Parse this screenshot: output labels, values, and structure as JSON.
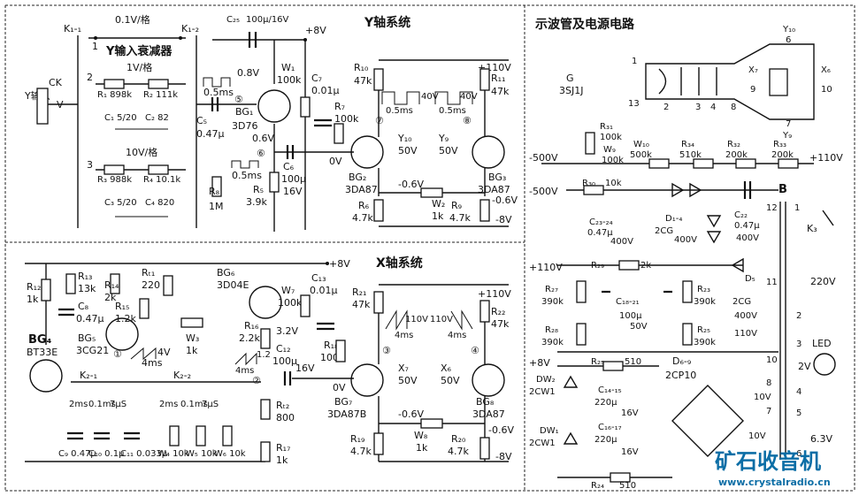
{
  "sections": {
    "y_axis_title": "Y轴系统",
    "x_axis_title": "X轴系统",
    "psu_title": "示波管及电源电路"
  },
  "y_section": {
    "k11": "K₁-₁",
    "k12": "K₁-₂",
    "att_01v": "0.1V/格",
    "att_label": "Y输入衰减器",
    "att_1v": "1V/格",
    "att_10v": "10V/格",
    "pos1": "1",
    "pos2": "2",
    "pos3": "3",
    "input_label": "Y输入",
    "ck": "CK",
    "v_mark": "V",
    "r1": "R₁ 898k",
    "r2": "R₂ 111k",
    "c1": "C₁ 5/20",
    "c2": "C₂ 82",
    "r3": "R₃ 988k",
    "r4": "R₄ 10.1k",
    "c3": "C₃ 5/20",
    "c4": "C₄ 820",
    "c25": "C₂₅",
    "c25v": "100μ/16V",
    "v8": "+8V",
    "w1": "W₁",
    "w1v": "100k",
    "c7": "C₇",
    "c7v": "0.01μ",
    "r7": "R₇",
    "r7v": "100k",
    "c5": "C₅",
    "c5v": "0.47μ",
    "bg1": "BG₁",
    "bg1t": "3D76",
    "node5": "⑤",
    "node6": "⑥",
    "node7": "⑦",
    "node8": "⑧",
    "w08": "0.8V",
    "t05ms": "0.5ms",
    "t05ms_b": "0.5ms",
    "v06": "0.6V",
    "v0": "0V",
    "r8": "R₈",
    "r8v": "1M",
    "r5": "R₅",
    "r5v": "3.9k",
    "c6": "C₆",
    "c6v": "100μ",
    "c6vv": "16V",
    "r10": "R₁₀",
    "r10v": "47k",
    "r11": "R₁₁",
    "r11v": "47k",
    "v110": "+110V",
    "pulse40a": "40V",
    "pulse05a": "0.5ms",
    "pulse40b": "40V",
    "pulse05b": "0.5ms",
    "y10": "Y₁₀",
    "y10v": "50V",
    "y9": "Y₉",
    "y9v": "50V",
    "bg2": "BG₂",
    "bg2t": "3DA87",
    "bg3": "BG₃",
    "bg3t": "3DA87",
    "vneg06": "-0.6V",
    "vneg06b": "-0.6V",
    "wz": "W₂",
    "wzv": "1k",
    "r6": "R₆",
    "r6v": "4.7k",
    "r9": "R₉",
    "r9v": "4.7k",
    "vneg8": "-8V"
  },
  "x_section": {
    "v8": "+8V",
    "r12": "R₁₂",
    "r12v": "1k",
    "r13": "R₁₃",
    "r13v": "13k",
    "r14": "R₁₄",
    "r14v": "2k",
    "rt1": "Rₜ₁",
    "rt1v": "220",
    "bg6": "BG₆",
    "bg6t": "3D04E",
    "c8": "C₈",
    "c8v": "0.47μ",
    "r15": "R₁₅",
    "r15v": "1.2k",
    "bg5": "BG₅",
    "bg5t": "3CG21",
    "w3": "W₃",
    "w3v": "1k",
    "bg4": "BG₄",
    "bg4t": "BT33E",
    "node1": "①",
    "node2": "②",
    "node3": "③",
    "node4": "④",
    "saw4v": "4V",
    "saw4ms": "4ms",
    "k21": "K₂-₁",
    "k22": "K₂-₂",
    "t2ms": "2ms",
    "t01ms": "0.1ms",
    "t7us": "7μS",
    "t2ms_b": "2ms",
    "t01ms_b": "0.1ms",
    "t7us_b": "7μS",
    "c9": "C₉ 0.47μ",
    "c10": "C₁₀ 0.1μ",
    "c11": "C₁₁ 0.033μ",
    "w4": "W₄ 10k",
    "w5": "W₅ 10k",
    "w6": "W₆ 10k",
    "w7": "W₇",
    "w7v": "100k",
    "c13": "C₁₃",
    "c13v": "0.01μ",
    "r16": "R₁₆",
    "r16v": "2.2k",
    "v32": "3.2V",
    "saw12": "1.2",
    "saw4ms_b": "4ms",
    "c12": "C₁₂",
    "c12v": "100μ",
    "c12vv": "16V",
    "rt2": "Rₜ₂",
    "rt2v": "800",
    "r17": "R₁₇",
    "r17v": "1k",
    "r18": "R₁₈",
    "r18v": "100k",
    "v0": "0V",
    "r21": "R₂₁",
    "r21v": "47k",
    "r22": "R₂₂",
    "r22v": "47k",
    "v110": "+110V",
    "saw110a": "110V",
    "saw4msa": "4ms",
    "saw110b": "110V",
    "saw4msb": "4ms",
    "x7": "X₇",
    "x7v": "50V",
    "x6": "X₆",
    "x6v": "50V",
    "bg7": "BG₇",
    "bg7t": "3DA87B",
    "bg8": "BG₈",
    "bg8t": "3DA87",
    "vneg06": "-0.6V",
    "vneg06b": "-0.6V",
    "w8": "W₈",
    "w8v": "1k",
    "r19": "R₁₉",
    "r19v": "4.7k",
    "r20": "R₂₀",
    "r20v": "4.7k",
    "vneg8": "-8V"
  },
  "psu_section": {
    "g": "G",
    "tube": "3SJ1J",
    "y10": "Y₁₀",
    "p6": "6",
    "x7": "X₇",
    "p9": "9",
    "x6": "X₆",
    "p10": "10",
    "p7": "7",
    "y9": "Y₉",
    "p1": "1",
    "p13": "13",
    "p2": "2",
    "p3": "3",
    "p4": "4",
    "p8": "8",
    "r31": "R₃₁",
    "r31v": "100k",
    "w9": "W₉",
    "w9v": "100k",
    "w10": "W₁₀",
    "w10v": "500k",
    "r34": "R₃₄",
    "r34v": "510k",
    "r32": "R₃₂",
    "r32v": "200k",
    "r33": "R₃₃",
    "r33v": "200k",
    "vneg500a": "-500V",
    "vpos110a": "+110V",
    "vneg500b": "-500V",
    "r30": "R₃₀",
    "r30v": "10k",
    "c2324": "C₂₃-₂₄",
    "c2324v": "0.47μ",
    "c2324vv": "400V",
    "d14": "D₁-₄",
    "d14v": "2CG",
    "d14vv": "400V",
    "c22": "C₂₂",
    "c22v": "0.47μ",
    "c22vv": "400V",
    "b": "B",
    "p1b": "1",
    "p12": "12",
    "k3": "K₃",
    "v220": "220V",
    "p2b": "2",
    "vpos110b": "+110V",
    "r29": "R₂₉",
    "r29v": "2k",
    "p11": "11",
    "r27": "R₂₇",
    "r27v": "390k",
    "c1821": "C₁₈-₂₁",
    "c1821v": "100μ",
    "c1821vv": "50V",
    "r23": "R₂₃",
    "r23v": "390k",
    "d5": "D₅",
    "d5v": "2CG",
    "d5vv": "400V",
    "v110ac": "110V",
    "r28": "R₂₈",
    "r28v": "390k",
    "r25": "R₂₅",
    "r25v": "390k",
    "p10b": "10",
    "p3b": "3",
    "led": "LED",
    "v2": "2V",
    "p4b": "4",
    "v8": "+8V",
    "dw2": "DW₂",
    "dw2t": "2CW1",
    "r25b": "R₂₅",
    "r25bv": "510",
    "c1415": "C₁₄-₁₅",
    "c1415v": "220μ",
    "c1415vv": "16V",
    "d69": "D₆-₉",
    "d69t": "2CP10",
    "p8b": "8",
    "v10a": "10V",
    "p7b": "7",
    "dw1": "DW₁",
    "dw1t": "2CW1",
    "c1617": "C₁₆-₁₇",
    "c1617v": "220μ",
    "c1617vv": "16V",
    "v10b": "10V",
    "p5": "5",
    "p6b": "6",
    "v63": "6.3V",
    "r24": "R₂₄",
    "r24v": "510"
  },
  "watermark": {
    "logo": "矿石收音机",
    "url": "www.crystalradio.cn"
  }
}
